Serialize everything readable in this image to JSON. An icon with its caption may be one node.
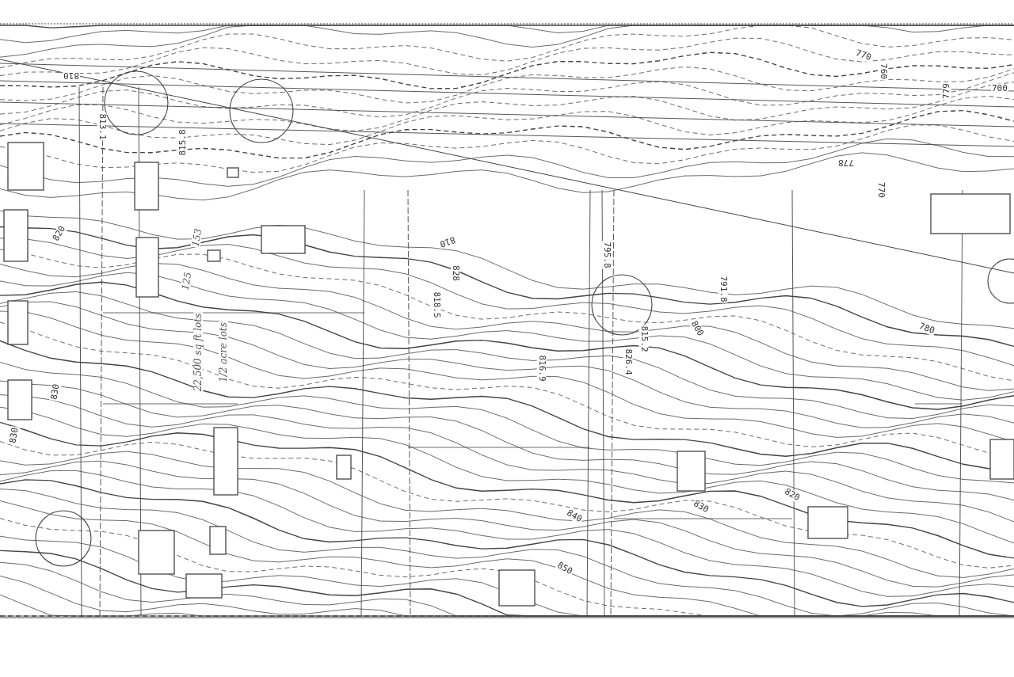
{
  "diagram": {
    "labels": [
      "810",
      "813.1",
      "815.8",
      "770",
      "760",
      "779",
      "700",
      "778",
      "770",
      "820",
      "153",
      "125",
      "22,500 sq ft lots",
      "1/2 acre lots",
      "810",
      "828",
      "818.5",
      "795.8",
      "791.8",
      "800",
      "815.2",
      "826.4",
      "816.9",
      "780",
      "830",
      "830",
      "840",
      "830",
      "820",
      "850"
    ]
  }
}
